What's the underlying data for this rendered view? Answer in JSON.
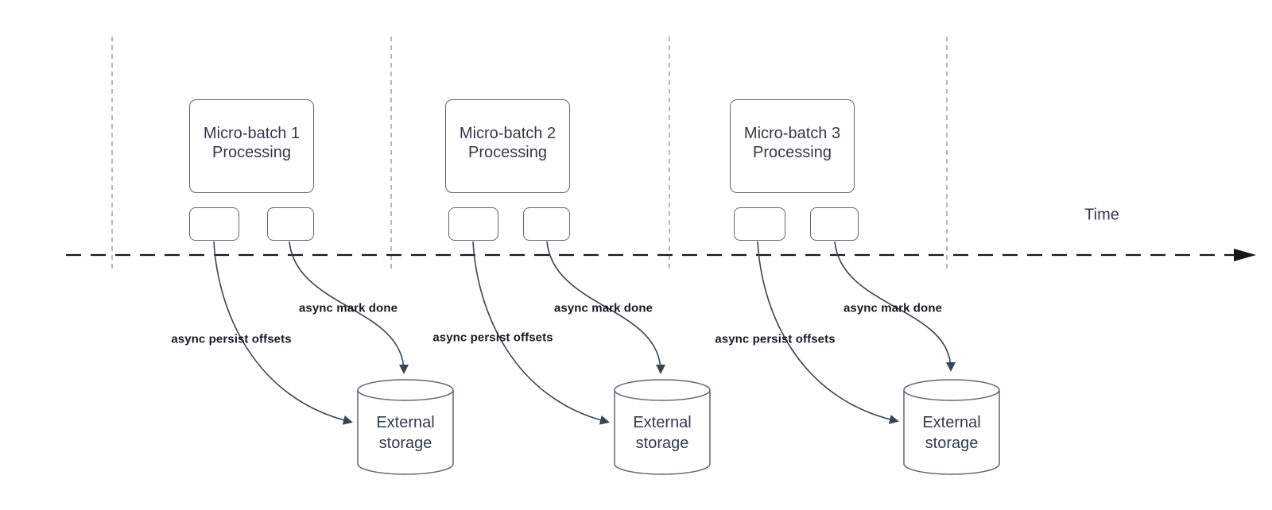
{
  "diagram": {
    "time_label": "Time",
    "groups": [
      {
        "process": "Micro-batch 1\nProcessing",
        "persist": "async persist offsets",
        "mark_done": "async mark done",
        "storage": "External\nstorage"
      },
      {
        "process": "Micro-batch 2\nProcessing",
        "persist": "async persist offsets",
        "mark_done": "async mark done",
        "storage": "External\nstorage"
      },
      {
        "process": "Micro-batch 3\nProcessing",
        "persist": "async persist offsets",
        "mark_done": "async mark done",
        "storage": "External\nstorage"
      }
    ],
    "colors": {
      "background": "#ffffff",
      "shape_stroke": "#5f6775",
      "arrow_stroke": "#3a4351",
      "timeline_stroke": "#18181b",
      "guide_stroke": "#a7a7ab",
      "shape_text": "#333b48",
      "label_text": "#16191f"
    }
  }
}
